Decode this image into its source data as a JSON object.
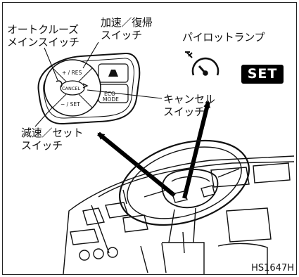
{
  "labels": {
    "auto_cruise_switch": "オートクルーズ\nメインスイッチ",
    "accel_resume_switch": "加速／復帰\nスイッチ",
    "pilot_lamp": "パイロットランプ",
    "cancel_switch": "キャンセル\nスイッチ",
    "decel_set_switch": "減速／セット\nスイッチ"
  },
  "pilot_lamp_badge": "SET",
  "switch_buttons": {
    "resume": "+ / RES",
    "cancel": "CANCEL",
    "set": "− / SET",
    "eco": "ECO",
    "mode": "MODE"
  },
  "figure_code": "HS1647H",
  "colors": {
    "ink": "#111111",
    "badge_bg": "#000000",
    "badge_text": "#ffffff"
  }
}
